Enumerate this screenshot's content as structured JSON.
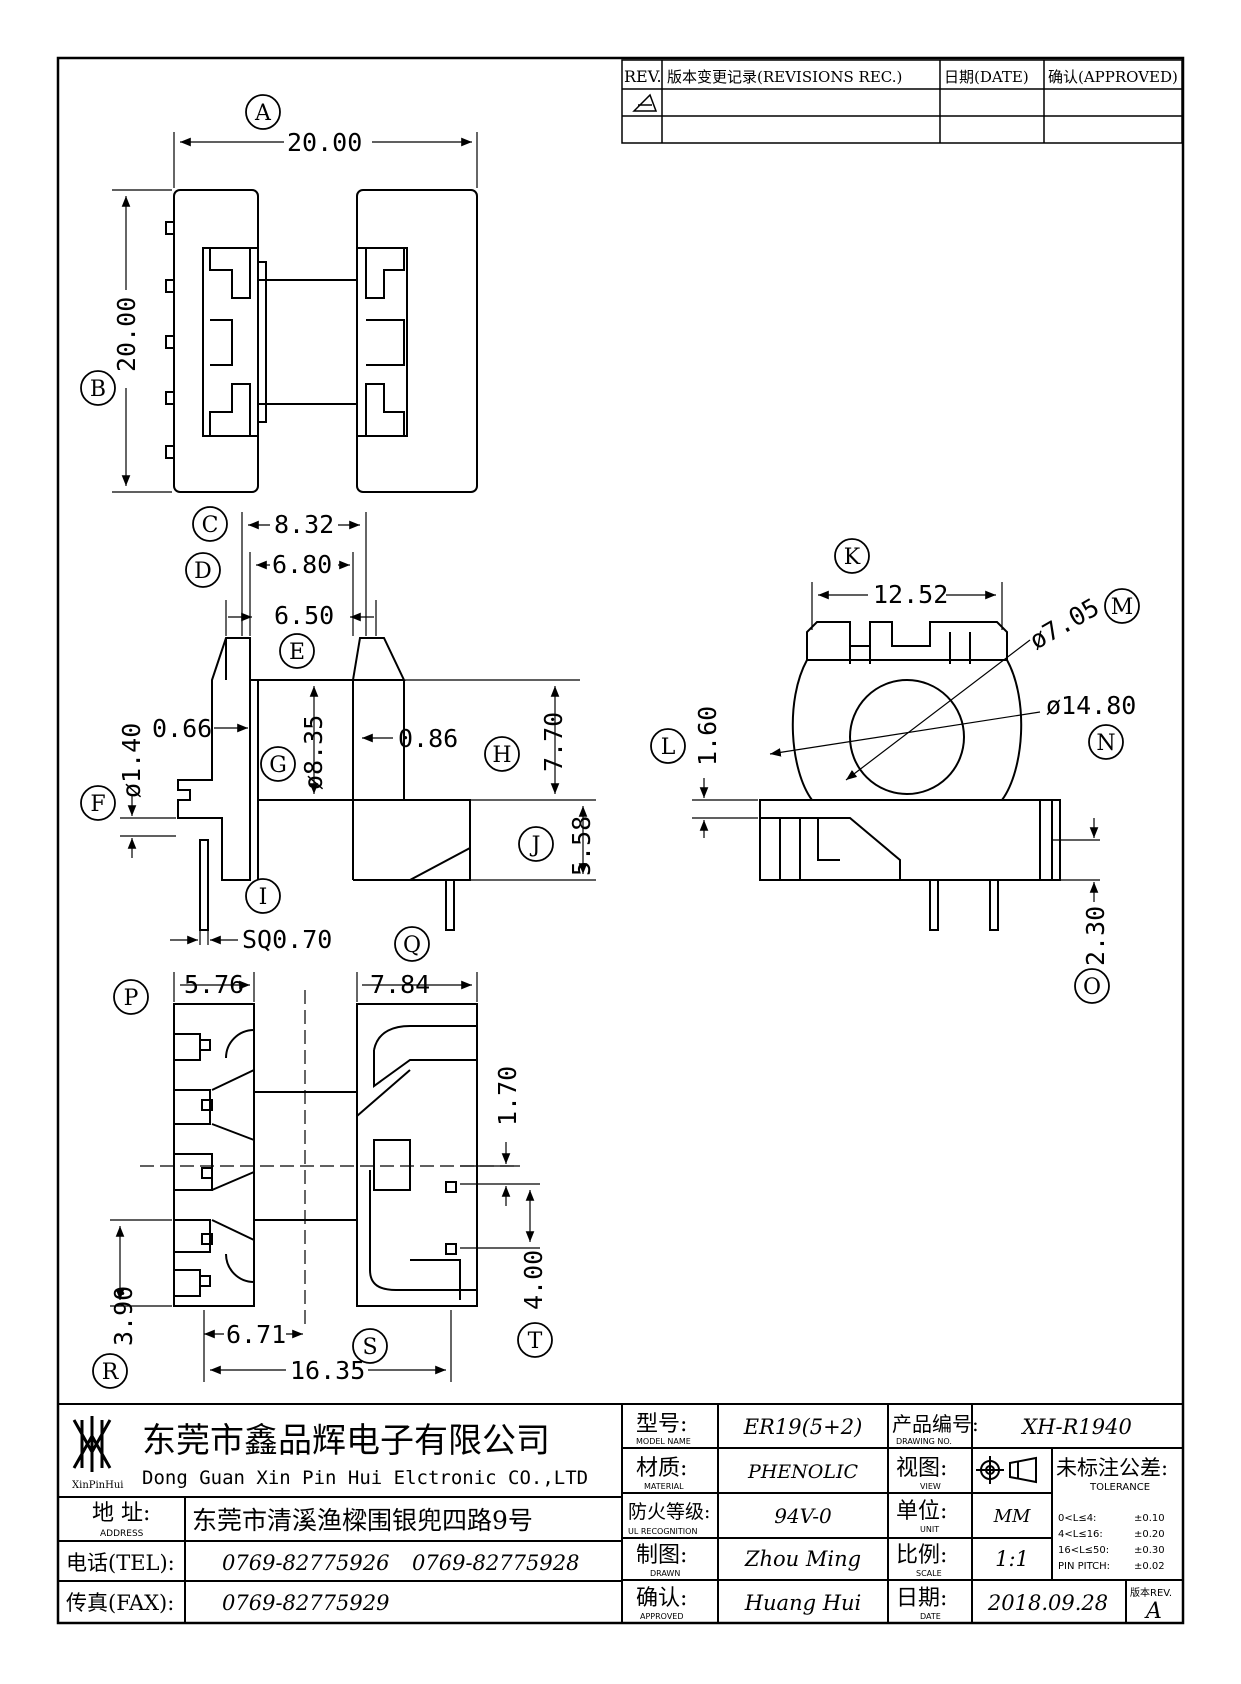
{
  "revisions": {
    "col_rev": "REV.",
    "col_record": "版本变更记录(REVISIONS REC.)",
    "col_date": "日期(DATE)",
    "col_approved": "确认(APPROVED)"
  },
  "labels": {
    "A": "A",
    "B": "B",
    "C": "C",
    "D": "D",
    "E": "E",
    "F": "F",
    "G": "G",
    "H": "H",
    "I": "I",
    "J": "J",
    "K": "K",
    "L": "L",
    "M": "M",
    "N": "N",
    "O": "O",
    "P": "P",
    "Q": "Q",
    "R": "R",
    "S": "S",
    "T": "T"
  },
  "dims": {
    "A": "20.00",
    "B": "20.00",
    "C": "8.32",
    "D": "6.80",
    "E": "6.50",
    "left_wall": "0.66",
    "right_wall": "0.86",
    "G": "ø8.35",
    "H": "7.70",
    "F": "ø1.40",
    "J": "5.58",
    "I": "SQ0.70",
    "K": "12.52",
    "M": "ø7.05",
    "N": "ø14.80",
    "L": "1.60",
    "O": "2.30",
    "P": "5.76",
    "Q": "7.84",
    "pitch": "1.70",
    "R": "3.90",
    "S_inner": "6.71",
    "S": "16.35",
    "T": "4.00"
  },
  "title_block": {
    "company_cn": "东莞市鑫品辉电子有限公司",
    "company_en": "Dong Guan Xin Pin Hui Elctronic CO.,LTD",
    "logo_text": "XinPinHui",
    "address_label": "地 址:",
    "address_label_en": "ADDRESS",
    "address_value": "东莞市清溪渔樑围银兜四路9号",
    "tel_label": "电话(TEL):",
    "tel_1": "0769-82775926",
    "tel_2": "0769-82775928",
    "fax_label": "传真(FAX):",
    "fax_value": "0769-82775929",
    "model_label": "型号:",
    "model_label_en": "MODEL NAME",
    "model_value": "ER19(5+2)",
    "material_label": "材质:",
    "material_label_en": "MATERIAL",
    "material_value": "PHENOLIC",
    "fire_label": "防火等级:",
    "fire_label_en": "UL RECOGNITION",
    "fire_value": "94V-0",
    "drawn_label": "制图:",
    "drawn_label_en": "DRAWN",
    "drawn_value": "Zhou Ming",
    "approved_label": "确认:",
    "approved_label_en": "APPROVED",
    "approved_value": "Huang Hui",
    "drawing_no_label": "产品编号:",
    "drawing_no_label_en": "DRAWING NO.",
    "drawing_no_value": "XH-R1940",
    "view_label": "视图:",
    "view_label_en": "VIEW",
    "unit_label": "单位:",
    "unit_label_en": "UNIT",
    "unit_value": "MM",
    "scale_label": "比例:",
    "scale_label_en": "SCALE",
    "scale_value": "1:1",
    "date_label": "日期:",
    "date_label_en": "DATE",
    "date_value": "2018.09.28",
    "tolerance_label": "未标注公差:",
    "tolerance_label_en": "TOLERANCE",
    "tol_rows": [
      {
        "range": "0<L≤4:",
        "value": "±0.10"
      },
      {
        "range": "4<L≤16:",
        "value": "±0.20"
      },
      {
        "range": "16<L≤50:",
        "value": "±0.30"
      },
      {
        "range": "PIN PITCH:",
        "value": "±0.02"
      }
    ],
    "rev_label": "版本REV.",
    "rev_value": "A"
  }
}
